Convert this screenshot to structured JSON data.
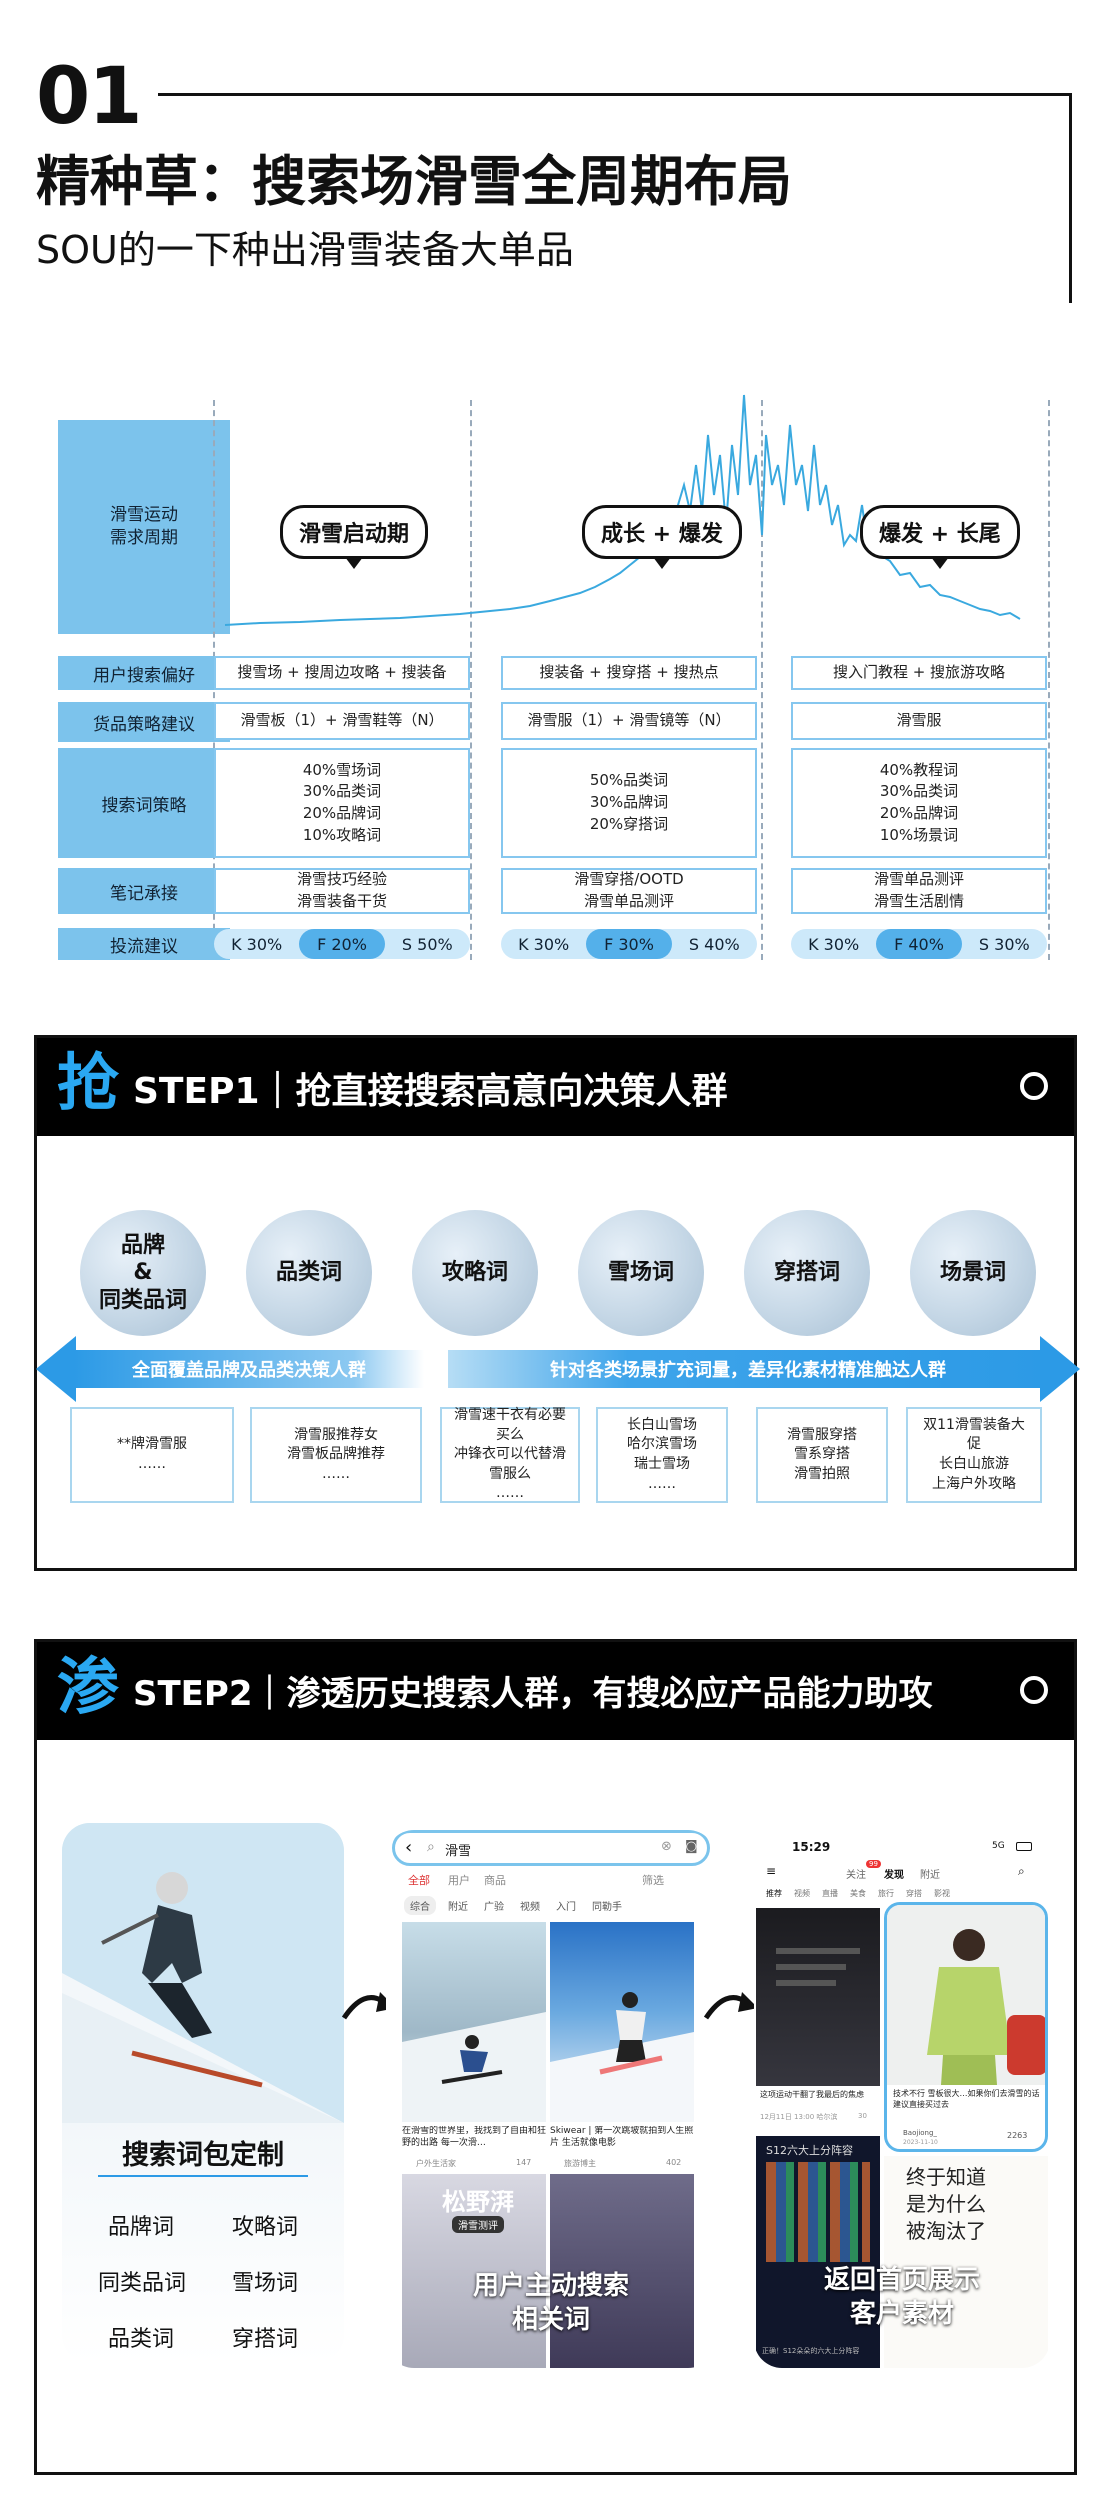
{
  "header": {
    "number": "01",
    "title": "精种草：搜索场滑雪全周期布局",
    "subtitle": "SOU的一下种出滑雪装备大单品"
  },
  "cycle": {
    "label": "滑雪运动\n需求周期",
    "phases": [
      "滑雪启动期",
      "成长 + 爆发",
      "爆发 + 长尾"
    ]
  },
  "rows": [
    {
      "label": "用户搜索偏好",
      "cells": [
        "搜雪场 + 搜周边攻略 + 搜装备",
        "搜装备 + 搜穿搭 + 搜热点",
        "搜入门教程 + 搜旅游攻略"
      ]
    },
    {
      "label": "货品策略建议",
      "cells": [
        "滑雪板（1）+ 滑雪鞋等（N）",
        "滑雪服（1）+ 滑雪镜等（N）",
        "滑雪服"
      ]
    },
    {
      "label": "搜索词策略",
      "cells": [
        "40%雪场词\n30%品类词\n20%品牌词\n10%攻略词",
        "50%品类词\n30%品牌词\n20%穿搭词",
        "40%教程词\n30%品类词\n20%品牌词\n10%场景词"
      ]
    },
    {
      "label": "笔记承接",
      "cells": [
        "滑雪技巧经验\n滑雪装备干货",
        "滑雪穿搭/OOTD\n滑雪单品测评",
        "滑雪单品测评\n滑雪生活剧情"
      ]
    },
    {
      "label": "投流建议",
      "pills": [
        [
          "K 30%",
          "F 20%",
          "S 50%"
        ],
        [
          "K 30%",
          "F 30%",
          "S 40%"
        ],
        [
          "K 30%",
          "F 40%",
          "S 30%"
        ]
      ]
    }
  ],
  "step1": {
    "char": "抢",
    "title": "STEP1｜抢直接搜索高意向决策人群",
    "circles": [
      "品牌\n&\n同类品词",
      "品类词",
      "攻略词",
      "雪场词",
      "穿搭词",
      "场景词"
    ],
    "arrow_left": "全面覆盖品牌及品类决策人群",
    "arrow_right": "针对各类场景扩充词量，差异化素材精准触达人群",
    "examples": [
      "**牌滑雪服\n……",
      "滑雪服推荐女\n滑雪板品牌推荐\n……",
      "滑雪速干衣有必要\n买么\n冲锋衣可以代替滑\n雪服么\n……",
      "长白山雪场\n哈尔滨雪场\n瑞士雪场\n……",
      "滑雪服穿搭\n雪系穿搭\n滑雪拍照",
      "双11滑雪装备大\n促\n长白山旅游\n上海户外攻略"
    ]
  },
  "step2": {
    "char": "渗",
    "title": "STEP2｜渗透历史搜索人群，有搜必应产品能力助攻",
    "kw_title": "搜索词包定制",
    "kw_items": [
      "品牌词",
      "攻略词",
      "同类品词",
      "雪场词",
      "品类词",
      "穿搭词"
    ],
    "search": {
      "query": "滑雪",
      "tabs": [
        "全部",
        "用户",
        "商品"
      ],
      "filter": "筛选",
      "chips": [
        "综合",
        "附近",
        "广验",
        "视频",
        "入门",
        "同勒手"
      ],
      "notes": [
        "在滑雪的世界里，我找到了自由和狂野的出路 每一次滑…",
        "Skiwear | 第一次跳坡就拍到人生照片 生活就像电影"
      ],
      "authors": [
        "户外生活家",
        "旅游博主"
      ],
      "likes": [
        "147",
        "402"
      ],
      "overlay_brand": "松野湃",
      "overlay_brand_sub": "滑雪测评",
      "caption": "用户主动搜索\n相关词"
    },
    "feed": {
      "time": "15:29",
      "signal": "5G",
      "tabs": [
        "关注",
        "发现",
        "附近"
      ],
      "follow_badge": "99",
      "cats": [
        "推荐",
        "视频",
        "直播",
        "美食",
        "旅行",
        "穿搭",
        "影视"
      ],
      "video_title": "这项运动干翻了我最后的焦虑",
      "video_meta": "12月11日 13:00 哈尔滨",
      "video_likes": "30",
      "note_title": "技术不行 雪板很大…如果你们去滑雪的话建议直接买过去",
      "note_user": "Baojiong_",
      "note_date": "2023-11-10",
      "note_likes": "2263",
      "panel_title": "S12六大上分阵容",
      "panel_caption": "正确！S12朵朵的六大上分阵容",
      "panel_text": "终于知道\n是为什么\n被淘汰了",
      "caption": "返回首页展示\n客户素材"
    }
  }
}
